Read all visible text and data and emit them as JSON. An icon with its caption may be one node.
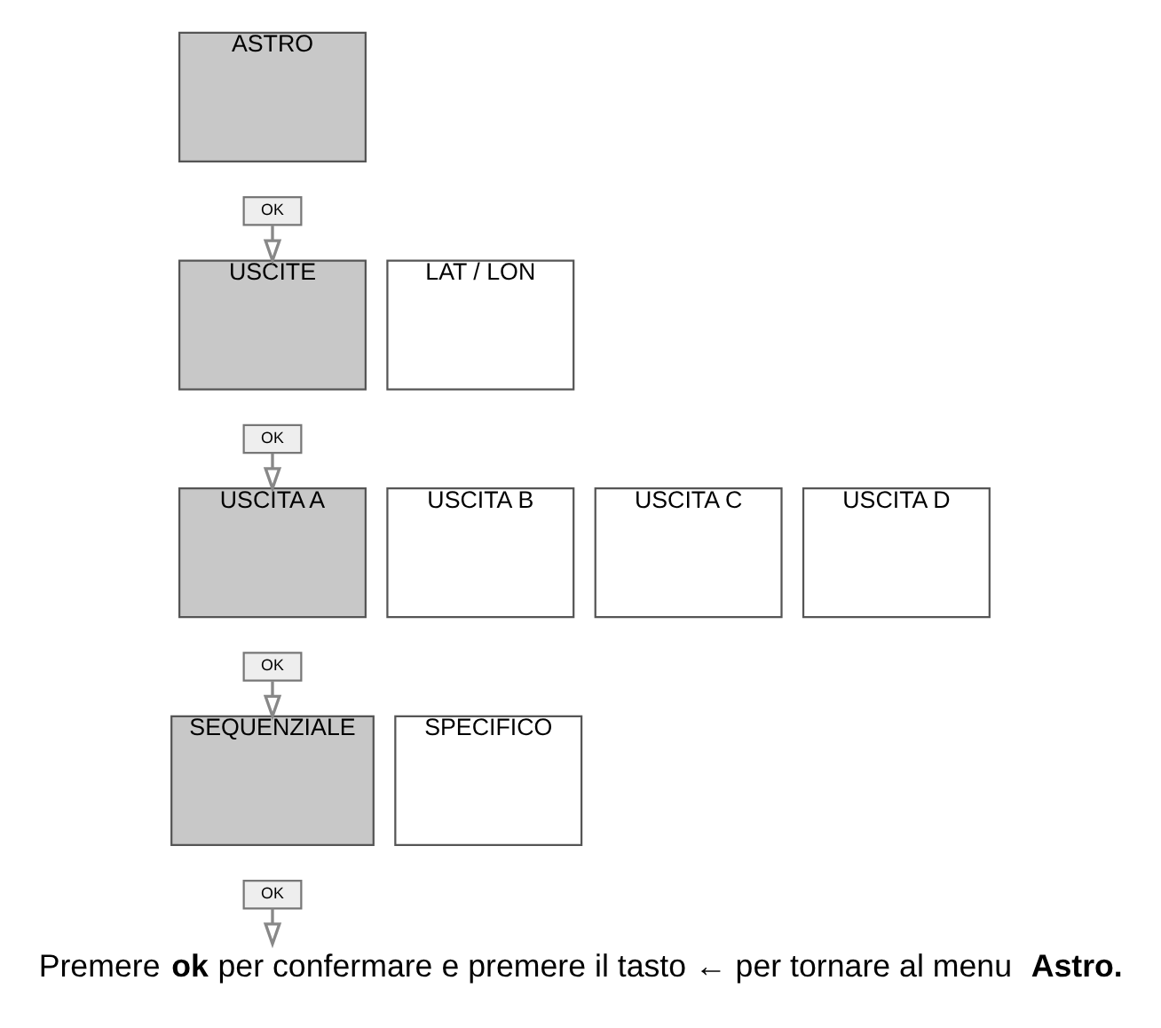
{
  "diagram": {
    "caption": "Premere **ok** per confermare e premere il tasto ← per tornare al menu **Astro.**",
    "nodes": [
      {
        "text": [
          "ASTRO"
        ]
      },
      {
        "text": [
          "OK"
        ]
      },
      {
        "text": [
          "USCITE"
        ]
      },
      {
        "text": [
          "LAT / LON"
        ]
      },
      {
        "text": [
          "OK"
        ]
      },
      {
        "text": [
          "USCITA A"
        ]
      },
      {
        "text": [
          "USCITA B"
        ]
      },
      {
        "text": [
          "USCITA C"
        ]
      },
      {
        "text": [
          "USCITA D"
        ]
      },
      {
        "text": [
          "OK"
        ]
      },
      {
        "text": [
          "SEQUENZIALE"
        ]
      },
      {
        "text": [
          "SPECIFICO"
        ]
      },
      {
        "text": [
          "OK"
        ]
      }
    ],
    "edges": [
      {
        "from": 1,
        "to": 2,
        "arrow": "to"
      },
      {
        "from": 4,
        "to": 5,
        "arrow": "to"
      },
      {
        "from": 9,
        "to": 10,
        "arrow": "to"
      },
      {
        "from": 12,
        "to": null,
        "arrow": "to"
      }
    ]
  }
}
